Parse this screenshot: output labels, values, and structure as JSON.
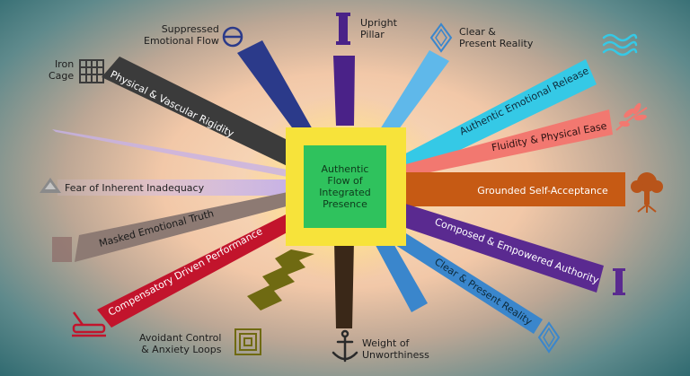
{
  "center": {
    "label": "Authentic\nFlow of\nIntegrated\nPresence"
  },
  "rays": {
    "physical_vascular_rigidity": "Physical & Vascular Rigidity",
    "fear_inherent_inadequacy": "Fear of Inherent Inadequacy",
    "masked_emotional_truth": "Masked Emotional Truth",
    "compensatory_driven_performance": "Compensatory Driven Performance",
    "authentic_emotional_release": "Authentic Emotional Release",
    "fluidity_physical_ease": "Fluidity & Physical Ease",
    "grounded_self_acceptance": "Grounded Self-Acceptance",
    "composed_empowered_authority": "Composed & Empowered Authority",
    "clear_present_reality_lower": "Clear & Present Reality"
  },
  "outer_labels": {
    "suppressed_emotional_flow": "Suppressed\nEmotional Flow",
    "upright_pillar": "Upright\nPillar",
    "clear_present_reality_top": "Clear &\nPresent Reality",
    "iron_cage": "Iron\nCage",
    "avoidant_control": "Avoidant Control\n& Anxiety Loops",
    "weight_of_unworthiness": "Weight of\nUnworthiness"
  },
  "colors": {
    "center_fill": "#2fc25d",
    "suppressed": "#2b3a8a",
    "upright": "#4a2288",
    "clear_top": "#5fb8ea",
    "physical": "#3b3b3b",
    "fear": "#d6c3e8",
    "masked": "#8d7a73",
    "compensatory": "#c2142c",
    "avoidant": "#6f6a12",
    "weight": "#3a2818",
    "clear_lower": "#3a86cc",
    "authentic_release": "#35c9e6",
    "fluidity": "#f27870",
    "grounded": "#c65a14",
    "composed": "#5a2a90",
    "clear_lower_ray": "#3a86cc"
  }
}
